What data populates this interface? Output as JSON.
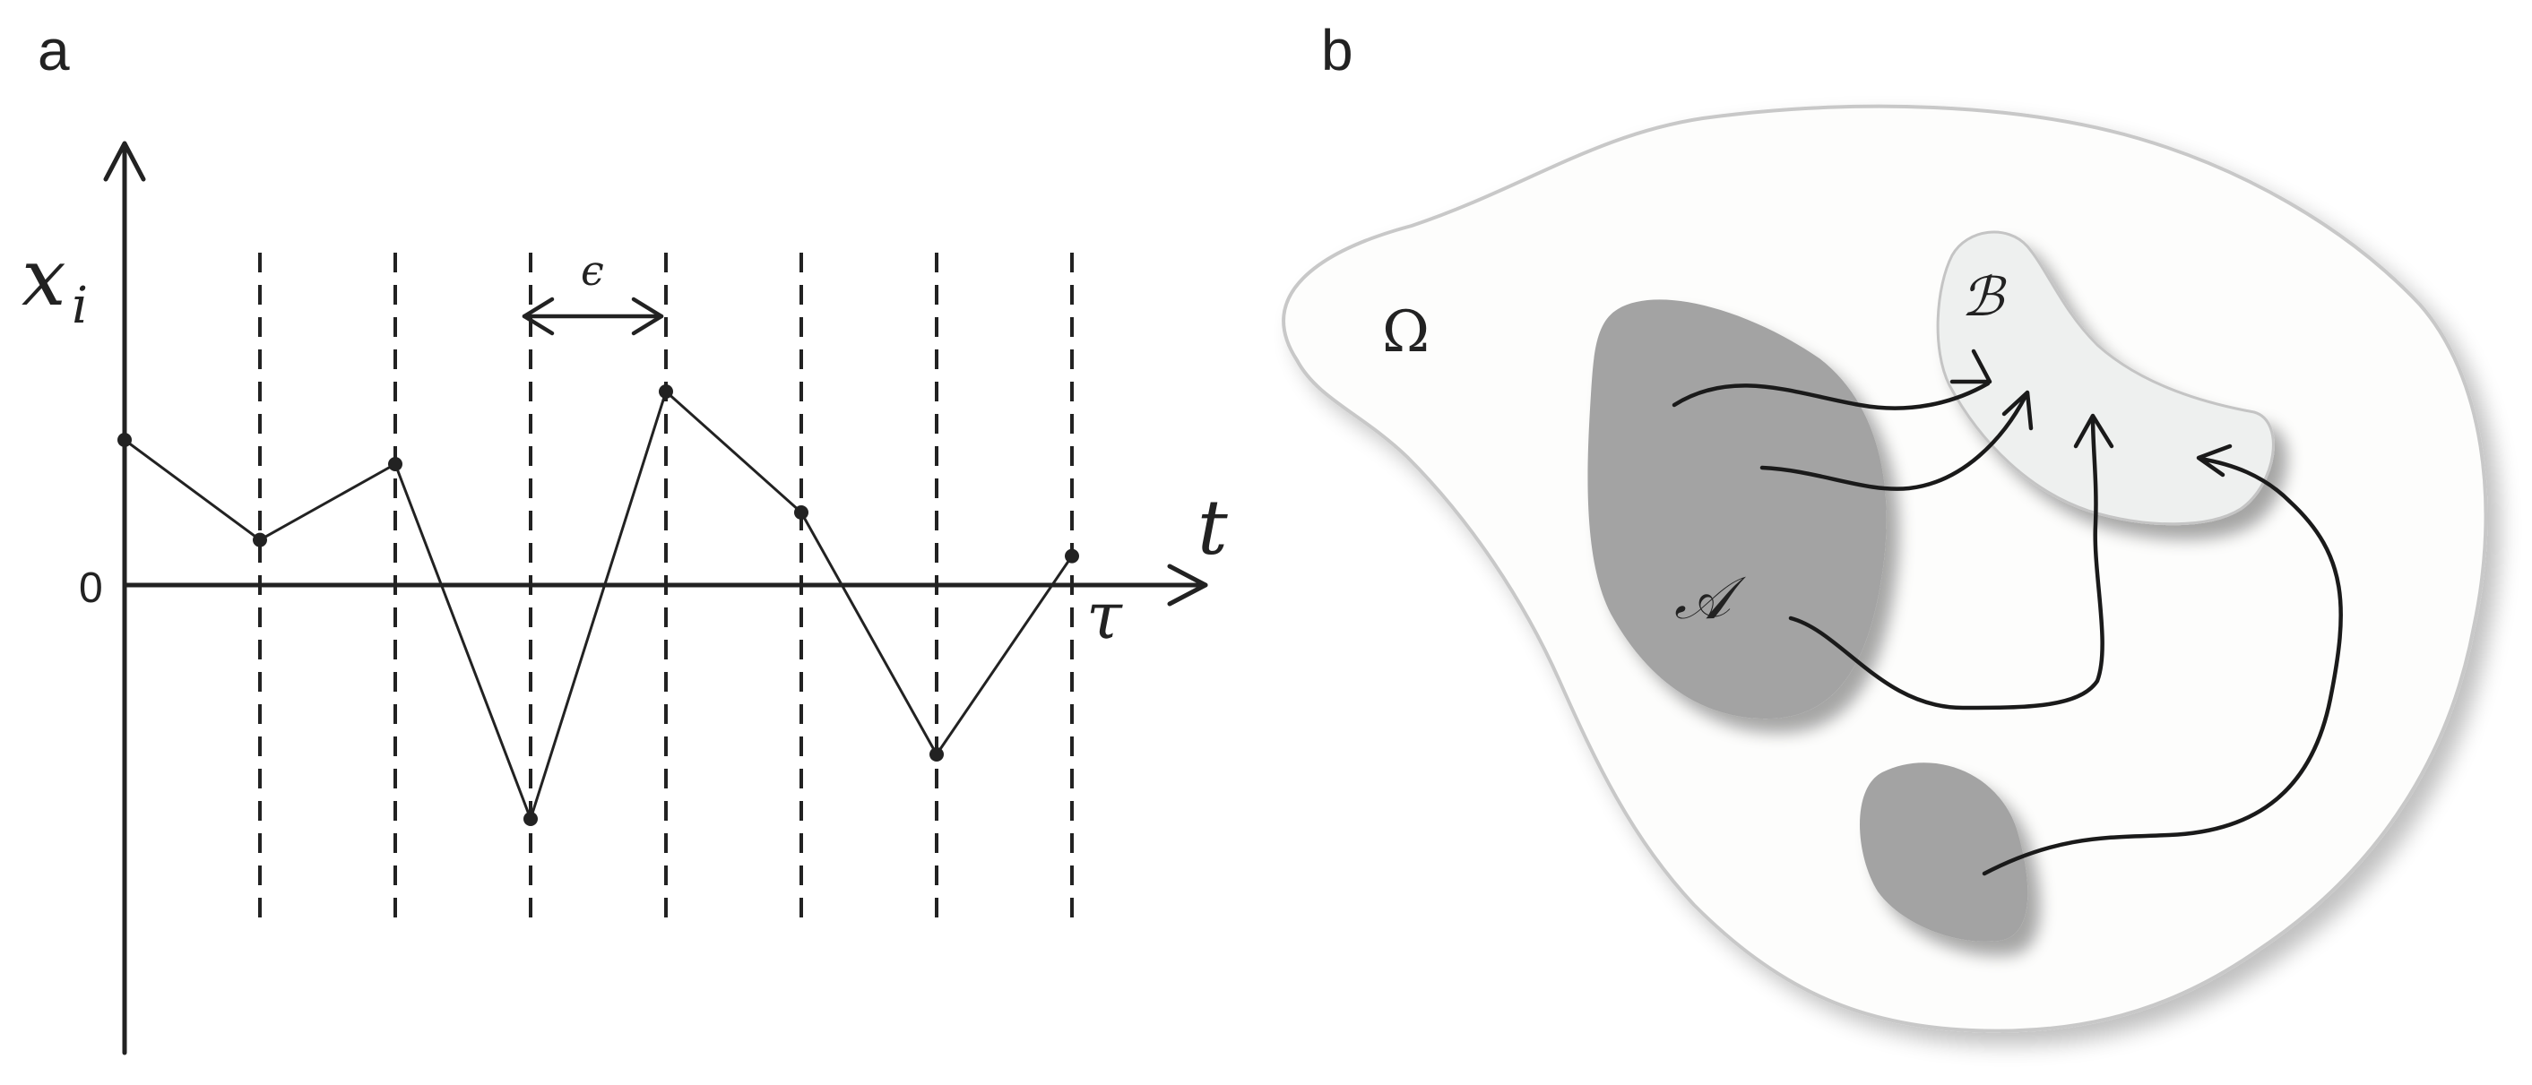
{
  "panel_a": {
    "label": "a",
    "y_axis_label": "x_i",
    "y_axis_label_base": "x",
    "y_axis_label_sub": "i",
    "x_axis_label": "t",
    "x_axis_secondary_label": "τ",
    "zero_label": "0",
    "interval_label": "ϵ"
  },
  "panel_b": {
    "label": "b",
    "region_omega_label": "Ω",
    "region_a_label": "𝒜",
    "region_b_label": "ℬ",
    "colors": {
      "omega_fill": "#fdfdfc",
      "omega_stroke": "#c8c8c8",
      "region_a_fill": "#a3a3a3",
      "region_b_fill": "#eef0ef",
      "shadow": "#9a9a9a"
    }
  },
  "chart_data": {
    "type": "line",
    "x": [
      0,
      1,
      2,
      3,
      4,
      5,
      6,
      7
    ],
    "values": [
      0.9,
      0.28,
      0.75,
      -1.45,
      1.2,
      0.45,
      -1.05,
      0.18
    ]
  }
}
